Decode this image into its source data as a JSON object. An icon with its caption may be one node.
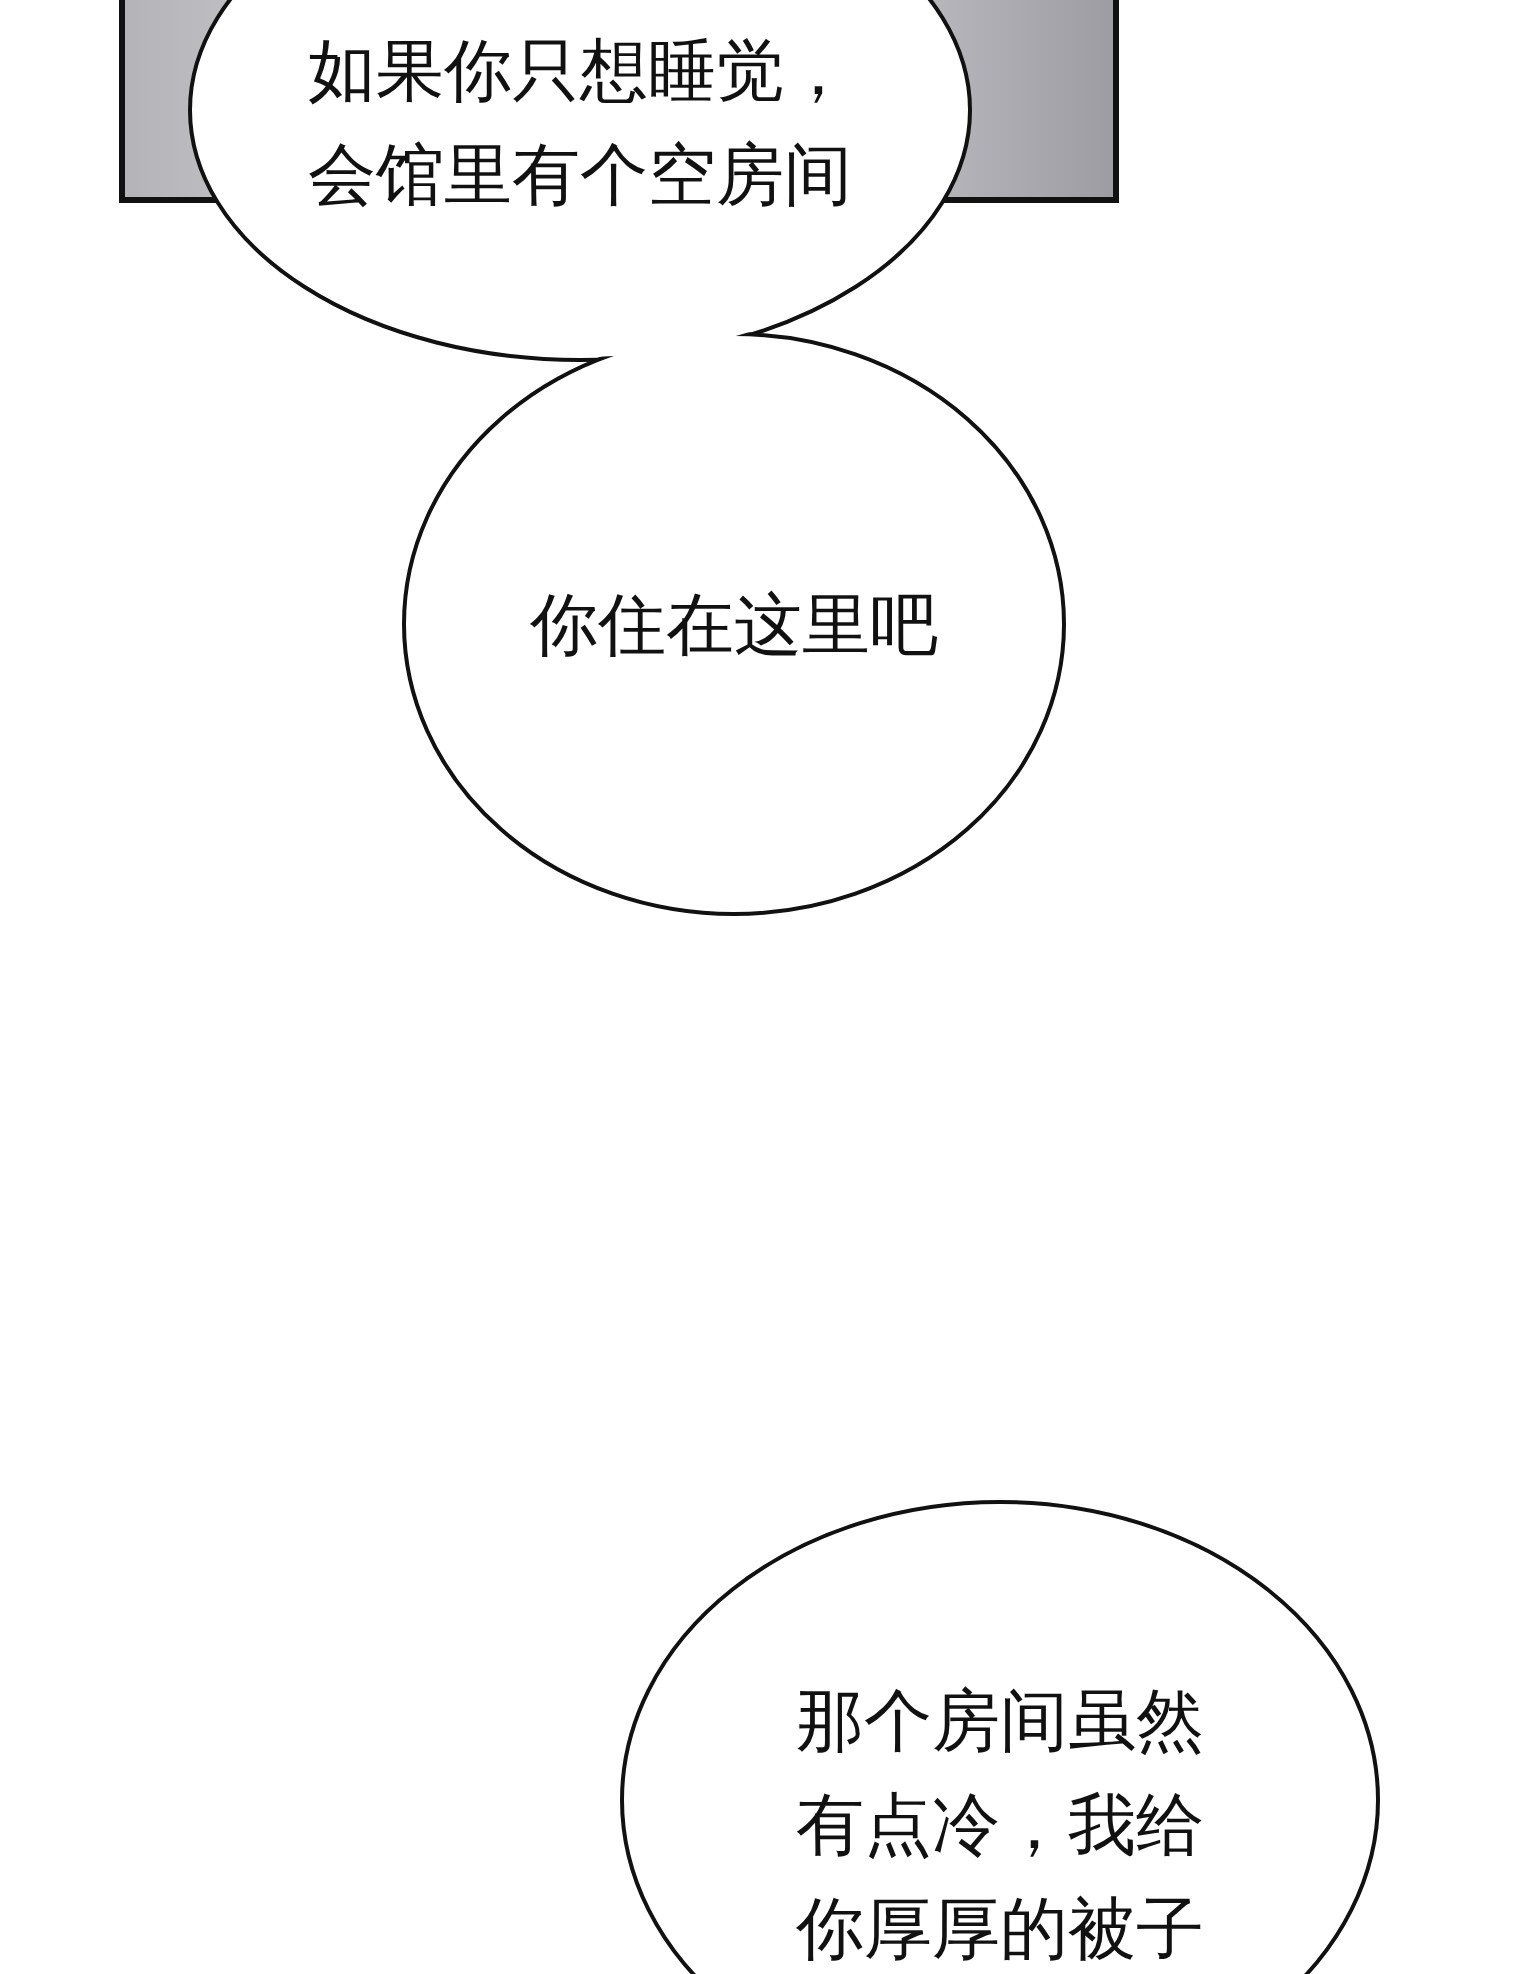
{
  "diagram": {
    "nodes": [
      {
        "text": [
          "如果你只想睡觉，会馆里有个空房间",
          "你住在这里吧"
        ]
      },
      {
        "text": [
          "那个房间虽然有点冷，我给你厚厚的被子"
        ]
      }
    ]
  }
}
